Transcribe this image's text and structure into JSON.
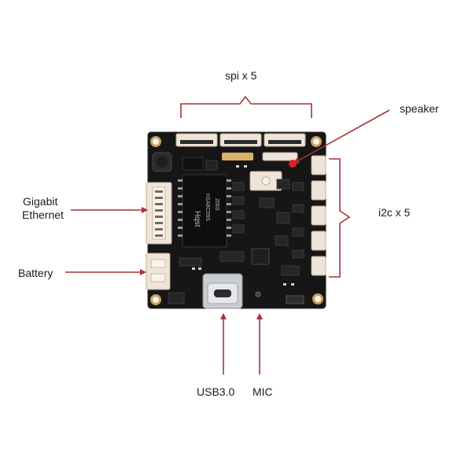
{
  "labels": {
    "spi": "spi x 5",
    "speaker": "speaker",
    "gigabit_line1": "Gigabit",
    "gigabit_line2": "Ethernet",
    "i2c": "i2c x 5",
    "battery": "Battery",
    "usb": "USB3.0",
    "mic": "MIC"
  },
  "chip": {
    "logo": "Hqst",
    "text1": "H1A8C09S",
    "text2": "2003"
  },
  "colors": {
    "annotation": "#a8323a",
    "board": "#161616",
    "connector": "#efe4d8",
    "speaker_dot": "#e02020"
  }
}
